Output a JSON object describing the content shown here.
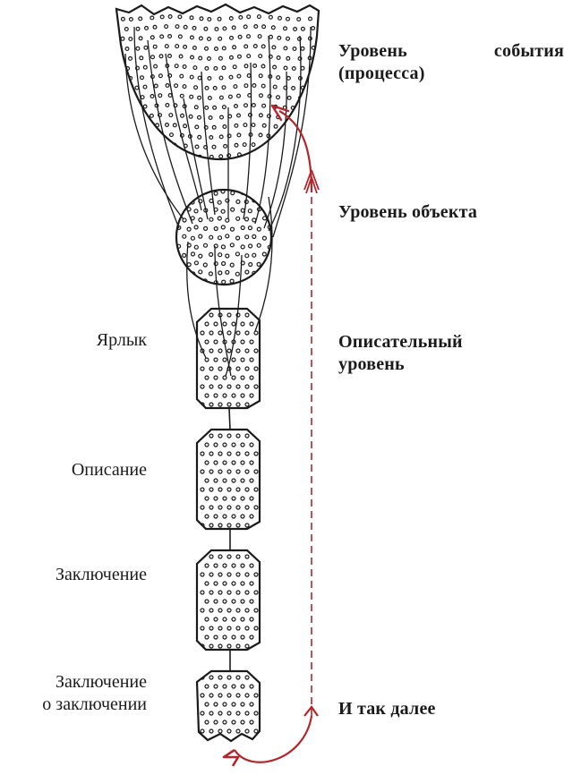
{
  "labels_left": {
    "label": "Ярлык",
    "description": "Описание",
    "conclusion": "Заключение",
    "meta_line1": "Заключение",
    "meta_line2": "о заключении"
  },
  "labels_right": {
    "event_line1": "Уровень события",
    "event_line2": "(процесса)",
    "object": "Уровень объекта",
    "descriptive_line1": "Описательный",
    "descriptive_line2": "уровень",
    "etc": "И так далее"
  },
  "colors": {
    "ink": "#1a1a1a",
    "arrow": "#b3262b"
  }
}
